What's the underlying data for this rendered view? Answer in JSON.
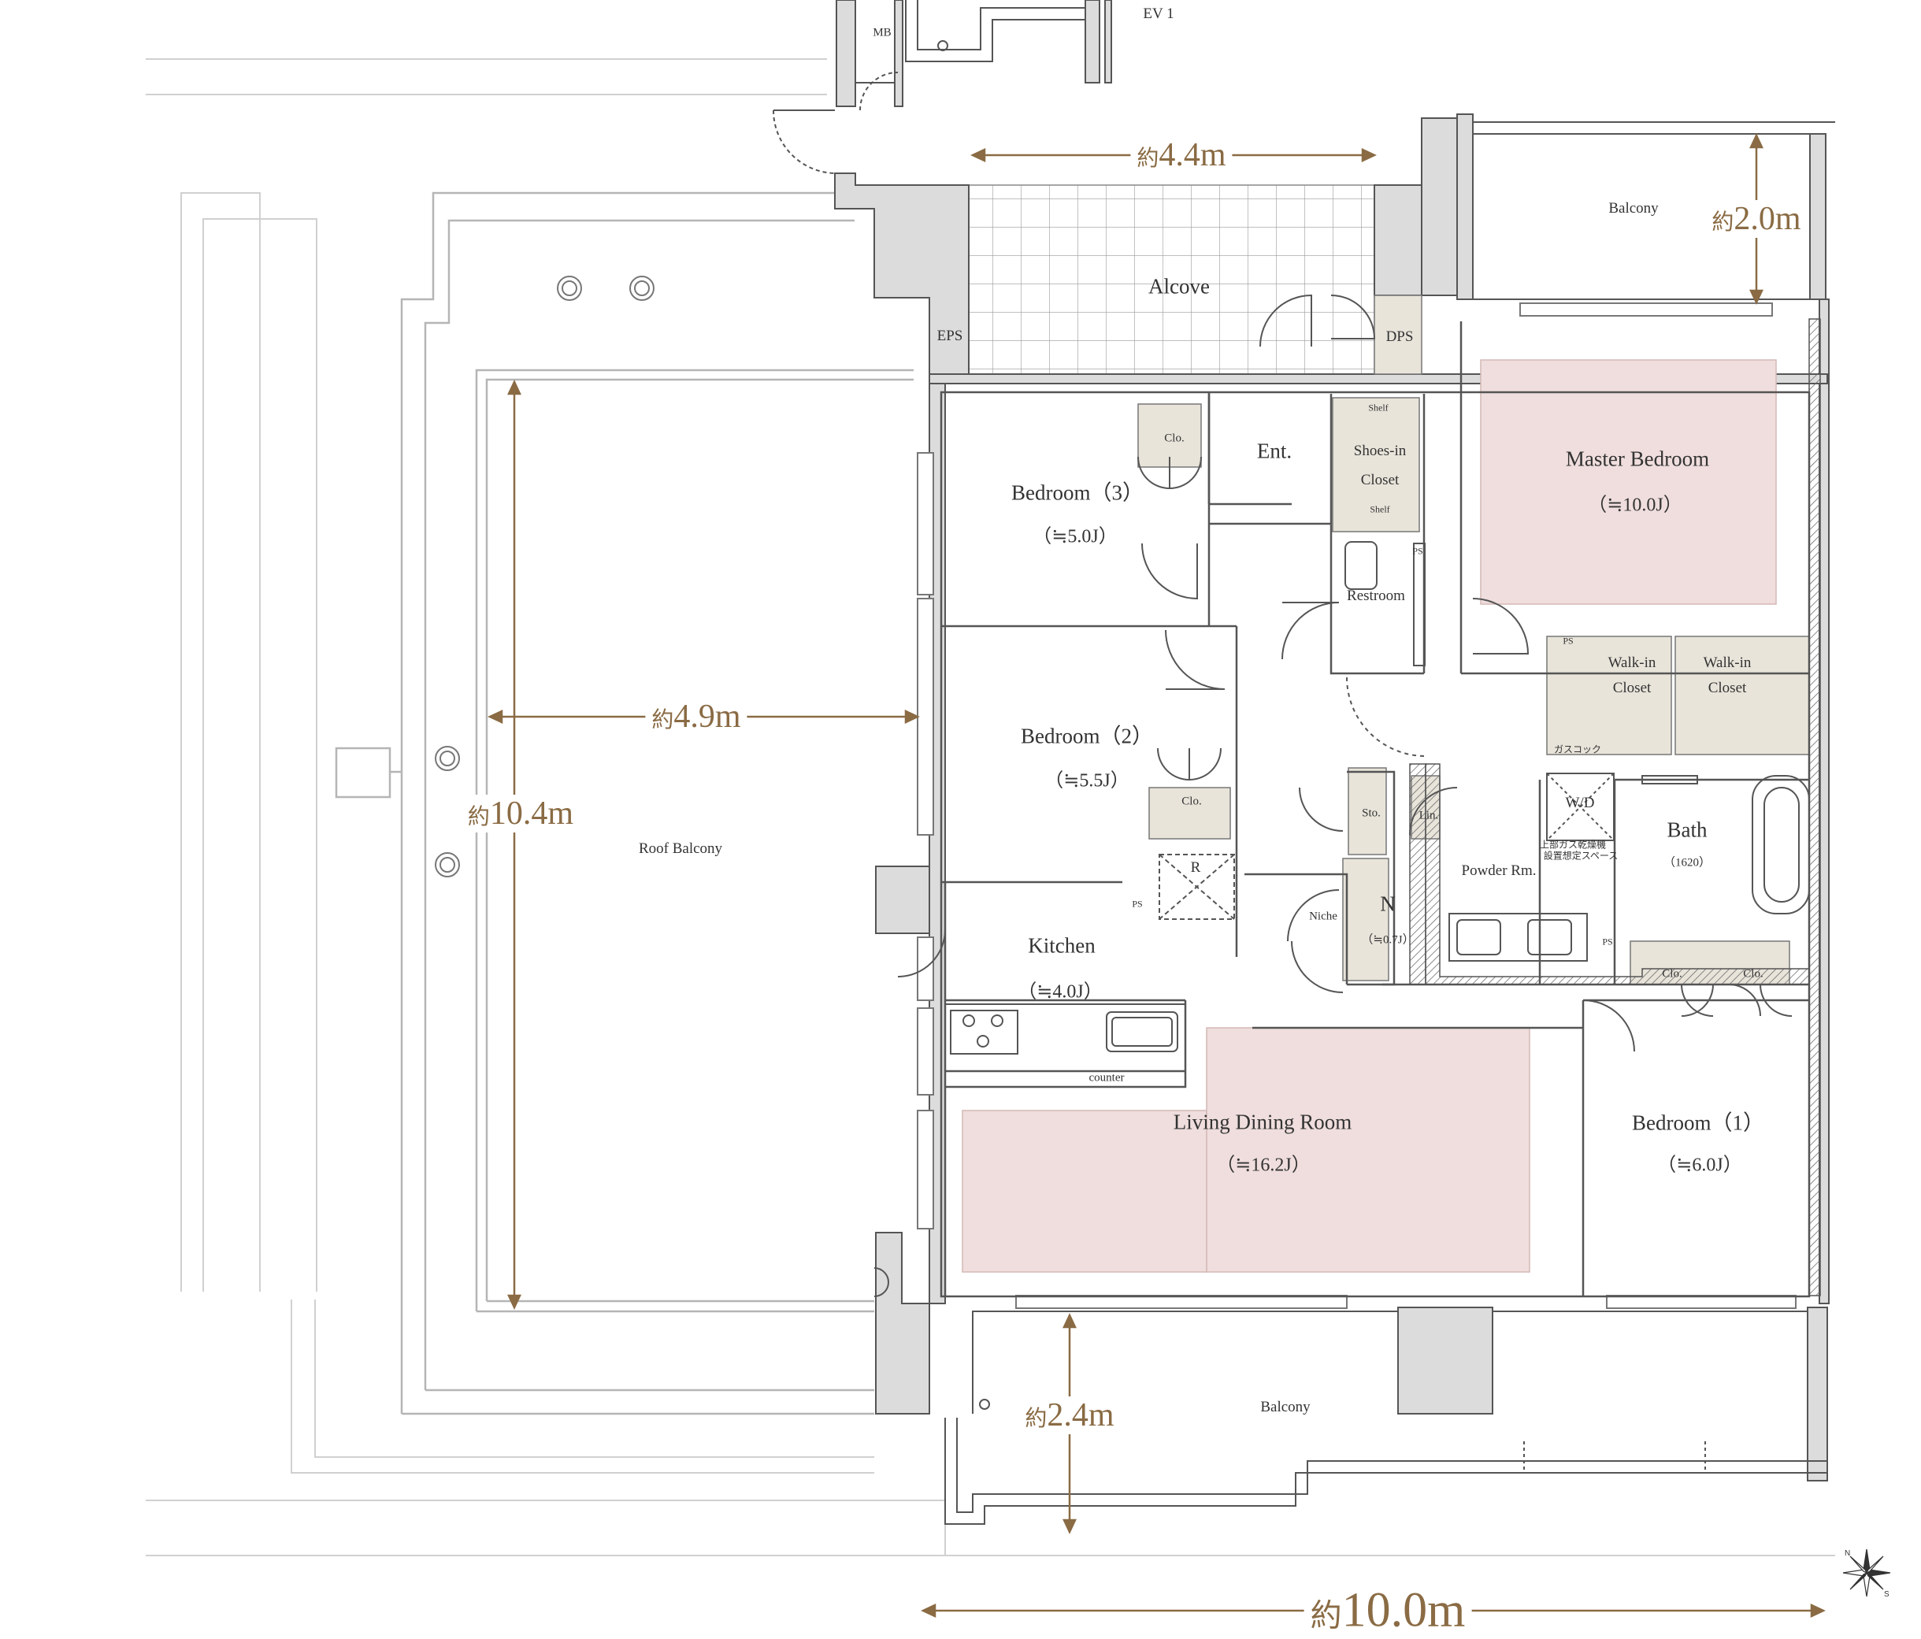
{
  "labels": {
    "ev": "EV 1",
    "mb": "MB",
    "alcove": "Alcove",
    "eps": "EPS",
    "dps": "DPS",
    "entrance": "Ent.",
    "shelf_top": "Shelf",
    "shoes_closet": "Shoes-in",
    "shoes_closet_2": "Closet",
    "shelf_bottom": "Shelf",
    "ps_restroom": "PS",
    "restroom": "Restroom",
    "bedroom3": "Bedroom（3）",
    "bedroom3_area": "（≒5.0J）",
    "clo_bed3": "Clo.",
    "bedroom2": "Bedroom（2）",
    "bedroom2_area": "（≒5.5J）",
    "clo_bed2": "Clo.",
    "fridge": "R",
    "ps_kitchen": "PS",
    "kitchen": "Kitchen",
    "kitchen_area": "（≒4.0J）",
    "counter": "counter",
    "ldr": "Living Dining Room",
    "ldr_area": "（≒16.2J）",
    "master": "Master Bedroom",
    "master_area": "（≒10.0J）",
    "ps_wic": "PS",
    "wic1": "Walk-in",
    "wic1_2": "Closet",
    "wic2": "Walk-in",
    "wic2_2": "Closet",
    "gas_cock": "ガスコック",
    "wd": "W/D",
    "dryer_note_1": "上部ガス乾燥機",
    "dryer_note_2": "設置想定スペース",
    "storage": "Sto.",
    "linen": "Lin.",
    "powder": "Powder Rm.",
    "bath": "Bath",
    "bath_size": "（1620）",
    "ps_bath": "PS",
    "nook": "N",
    "nook_area": "（≒0.7J）",
    "niche": "Niche",
    "clo_bed1_a": "Clo.",
    "clo_bed1_b": "Clo.",
    "bedroom1": "Bedroom（1）",
    "bedroom1_area": "（≒6.0J）",
    "balcony_top": "Balcony",
    "balcony_bottom": "Balcony",
    "roof_balcony": "Roof Balcony"
  },
  "dimensions": {
    "prefix": "約",
    "alcove_width": "4.4m",
    "balcony_top_depth": "2.0m",
    "roof_width": "4.9m",
    "roof_depth": "10.4m",
    "balcony_bottom_depth": "2.4m",
    "total_width": "10.0m"
  },
  "colors": {
    "wall": "#dcdcdc",
    "wall_stroke": "#555555",
    "line": "#888888",
    "highlight": "#efdedd",
    "storage": "#e8e4da",
    "dimension": "#8a6b44"
  },
  "compass": {
    "north": "N",
    "south": "S"
  }
}
